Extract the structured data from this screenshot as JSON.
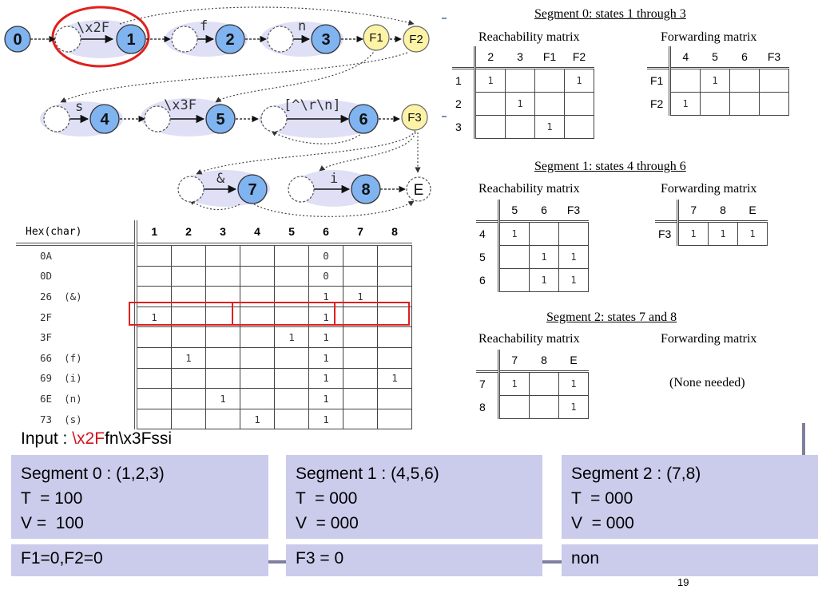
{
  "diagram": {
    "states": [
      "0",
      "1",
      "2",
      "3",
      "4",
      "5",
      "6",
      "7",
      "8"
    ],
    "flags": [
      "F1",
      "F2",
      "F3"
    ],
    "end_state": "E",
    "edge_labels": [
      "\\x2F",
      "f",
      "n",
      "s",
      "\\x3F",
      "[^\\r\\n]",
      "&",
      "i"
    ]
  },
  "hex_table": {
    "corner": "Hex(char)",
    "columns": [
      "1",
      "2",
      "3",
      "4",
      "5",
      "6",
      "7",
      "8"
    ],
    "rows": [
      {
        "label": "0A",
        "cells": [
          "",
          "",
          "",
          "",
          "",
          "0",
          "",
          ""
        ]
      },
      {
        "label": "0D",
        "cells": [
          "",
          "",
          "",
          "",
          "",
          "0",
          "",
          ""
        ]
      },
      {
        "label": "26  (&)",
        "cells": [
          "",
          "",
          "",
          "",
          "",
          "1",
          "1",
          ""
        ]
      },
      {
        "label": "2F",
        "cells": [
          "1",
          "",
          "",
          "",
          "",
          "1",
          "",
          ""
        ]
      },
      {
        "label": "3F",
        "cells": [
          "",
          "",
          "",
          "",
          "1",
          "1",
          "",
          ""
        ]
      },
      {
        "label": "66  (f)",
        "cells": [
          "",
          "1",
          "",
          "",
          "",
          "1",
          "",
          ""
        ]
      },
      {
        "label": "69  (i)",
        "cells": [
          "",
          "",
          "",
          "",
          "",
          "1",
          "",
          "1"
        ]
      },
      {
        "label": "6E  (n)",
        "cells": [
          "",
          "",
          "1",
          "",
          "",
          "1",
          "",
          ""
        ]
      },
      {
        "label": "73  (s)",
        "cells": [
          "",
          "",
          "",
          "1",
          "",
          "1",
          "",
          ""
        ]
      }
    ]
  },
  "segments": [
    {
      "title": "Segment 0: states 1 through 3",
      "reach": {
        "title": "Reachability matrix",
        "cols": [
          "2",
          "3",
          "F1",
          "F2"
        ],
        "rows": [
          {
            "h": "1",
            "c": [
              "1",
              "",
              "",
              "1"
            ]
          },
          {
            "h": "2",
            "c": [
              "",
              "1",
              "",
              ""
            ]
          },
          {
            "h": "3",
            "c": [
              "",
              "",
              "1",
              ""
            ]
          }
        ]
      },
      "fwd": {
        "title": "Forwarding matrix",
        "cols": [
          "4",
          "5",
          "6",
          "F3"
        ],
        "rows": [
          {
            "h": "F1",
            "c": [
              "",
              "1",
              "",
              ""
            ]
          },
          {
            "h": "F2",
            "c": [
              "1",
              "",
              "",
              ""
            ]
          }
        ]
      }
    },
    {
      "title": "Segment 1: states 4 through 6",
      "reach": {
        "title": "Reachability matrix",
        "cols": [
          "5",
          "6",
          "F3"
        ],
        "rows": [
          {
            "h": "4",
            "c": [
              "1",
              "",
              ""
            ]
          },
          {
            "h": "5",
            "c": [
              "",
              "1",
              "1"
            ]
          },
          {
            "h": "6",
            "c": [
              "",
              "1",
              "1"
            ]
          }
        ]
      },
      "fwd": {
        "title": "Forwarding matrix",
        "cols": [
          "7",
          "8",
          "E"
        ],
        "rows": [
          {
            "h": "F3",
            "c": [
              "1",
              "1",
              "1"
            ]
          }
        ]
      }
    },
    {
      "title": "Segment 2: states 7 and 8",
      "reach": {
        "title": "Reachability matrix",
        "cols": [
          "7",
          "8",
          "E"
        ],
        "rows": [
          {
            "h": "7",
            "c": [
              "1",
              "",
              "1"
            ]
          },
          {
            "h": "8",
            "c": [
              "",
              "",
              "1"
            ]
          }
        ]
      },
      "fwd": {
        "title": "Forwarding matrix",
        "note": "(None needed)"
      }
    }
  ],
  "input": {
    "prefix": "Input : ",
    "highlight": "\\x2F",
    "rest": "fn\\x3Fssi"
  },
  "boxes": [
    {
      "line1": "Segment 0 : (1,2,3)",
      "line2": "T  = 100",
      "line3": "V =  100",
      "flags": "F1=0,F2=0"
    },
    {
      "line1": "Segment 1 : (4,5,6)",
      "line2": "T  = 000",
      "line3": "V  = 000",
      "flags": "F3 = 0"
    },
    {
      "line1": "Segment 2 : (7,8)",
      "line2": "T  = 000",
      "line3": "V  = 000",
      "flags": "non"
    }
  ],
  "page_number": "19",
  "colors": {
    "node_blue": "#7fb4f0",
    "node_yellow": "#fdf3a6",
    "highlight_red": "#e0201e",
    "box_fill": "#cbcbec"
  }
}
